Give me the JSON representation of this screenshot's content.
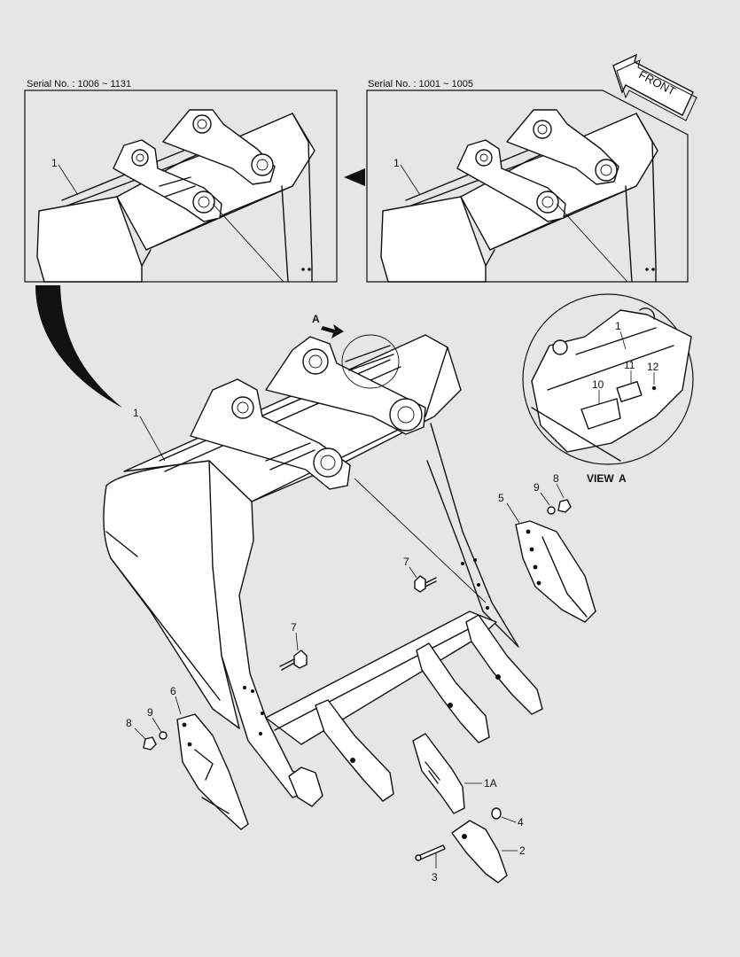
{
  "serial_left": "Serial No. : 1006 ~ 1131",
  "serial_right": "Serial No. : 1001 ~ 1005",
  "front_label": "FRONT",
  "view_label": "VIEW",
  "view_letter": "A",
  "arrow_letter": "A",
  "labels": {
    "inset_left_1": "1",
    "inset_right_1": "1",
    "main_1": "1",
    "detail_1": "1",
    "detail_10": "10",
    "detail_11": "11",
    "detail_12": "12",
    "p1a": "1A",
    "p2": "2",
    "p3": "3",
    "p4": "4",
    "p5": "5",
    "p6": "6",
    "p7_upper": "7",
    "p7_lower": "7",
    "p8_right": "8",
    "p8_left": "8",
    "p9_right": "9",
    "p9_left": "9"
  }
}
